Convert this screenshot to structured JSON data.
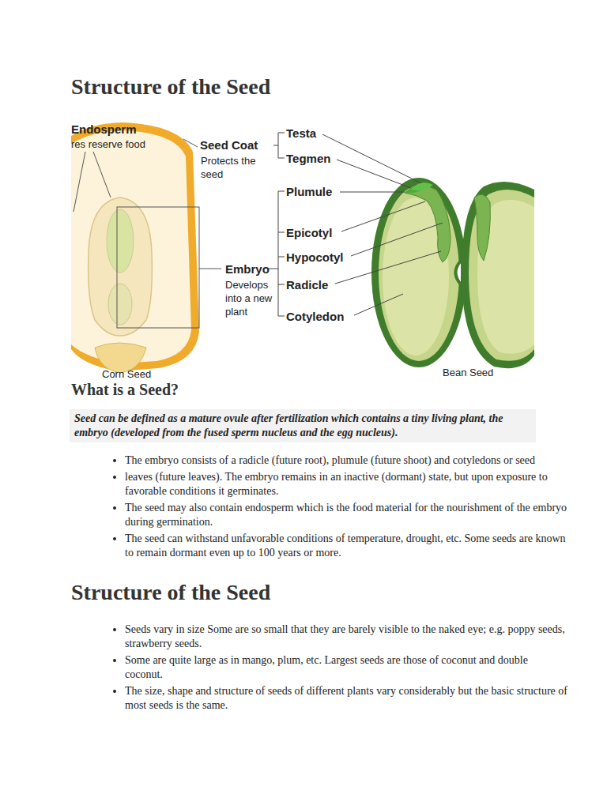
{
  "diagram": {
    "title": "Structure of the Seed",
    "nodes": [
      {
        "text": [
          "Seed can be defined as a mature ovule after fertilization which contains a tiny living plant, the embryo (developed from the fused sperm nucleus and the egg nucleus)."
        ]
      }
    ],
    "labels": [
      "Endosperm",
      "res reserve food",
      "Seed Coat",
      "Protects the seed",
      "Testa",
      "Tegmen",
      "Plumule",
      "Epicotyl",
      "Hypocotyl",
      "Radicle",
      "Cotyledon",
      "Embryo",
      "Develops into a new plant",
      "Corn Seed",
      "Bean Seed",
      "What is a Seed?",
      "The embryo consists of a radicle (future root), plumule (future shoot) and cotyledons or seed",
      "leaves (future leaves). The embryo remains in an inactive (dormant) state, but upon exposure to favorable conditions it germinates.",
      "The seed may also contain endosperm which is the food material for the nourishment of the embryo during germination.",
      "The seed can withstand unfavorable conditions of temperature, drought, etc. Some seeds are known to remain dormant even up to 100 years or more.",
      "Structure of the Seed",
      "Seeds vary in size Some are so small that they are barely visible to the naked eye; e.g. poppy seeds, strawberry seeds.",
      "Some are quite large as in mango, plum, etc. Largest seeds are those of coconut and double coconut.",
      "The size, shape and structure of seeds of different plants vary considerably but the basic structure of most seeds is the same."
    ]
  }
}
